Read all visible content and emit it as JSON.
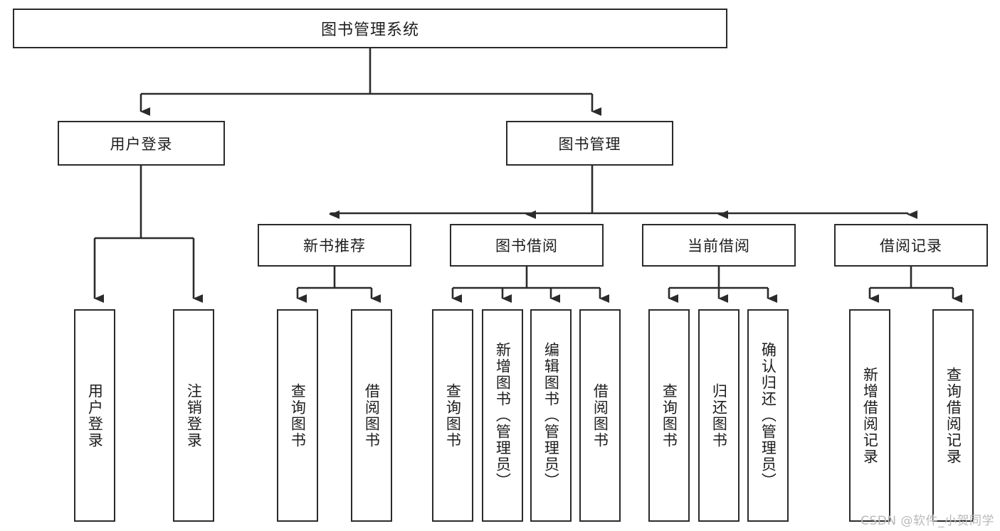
{
  "diagram": {
    "title": "图书管理系统",
    "root": {
      "label": "图书管理系统"
    },
    "level2": [
      {
        "label": "用户登录"
      },
      {
        "label": "图书管理"
      }
    ],
    "level3": [
      {
        "label": "新书推荐"
      },
      {
        "label": "图书借阅"
      },
      {
        "label": "当前借阅"
      },
      {
        "label": "借阅记录"
      }
    ],
    "leaves": {
      "user_login": [
        {
          "label": "用户登录"
        },
        {
          "label": "注销登录"
        }
      ],
      "new_book_recommend": [
        {
          "label": "查询图书"
        },
        {
          "label": "借阅图书"
        }
      ],
      "book_borrow": [
        {
          "label": "查询图书"
        },
        {
          "label": "新增图书（管理员）"
        },
        {
          "label": "编辑图书（管理员）"
        },
        {
          "label": "借阅图书"
        }
      ],
      "current_borrow": [
        {
          "label": "查询图书"
        },
        {
          "label": "归还图书"
        },
        {
          "label": "确认归还（管理员）"
        }
      ],
      "borrow_record": [
        {
          "label": "新增借阅记录"
        },
        {
          "label": "查询借阅记录"
        }
      ]
    }
  },
  "watermark": {
    "text": "CSDN @软件_小贺同学"
  },
  "colors": {
    "border": "#2b2b2b",
    "text": "#1d1d1d",
    "background": "#ffffff",
    "watermark": "#b9b9b9"
  }
}
